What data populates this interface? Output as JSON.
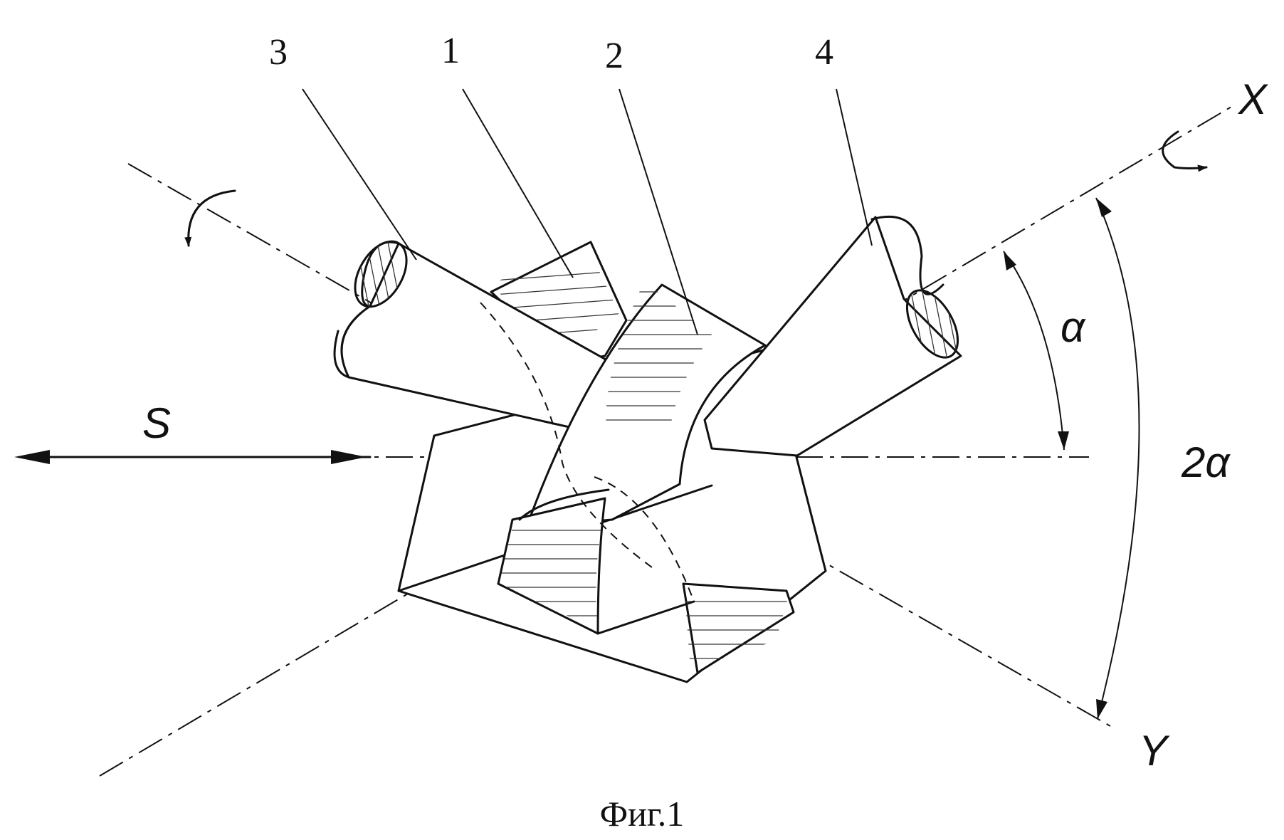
{
  "figure": {
    "caption": "Фиг.1",
    "part_labels": [
      "3",
      "1",
      "2",
      "4"
    ],
    "axis_labels": {
      "x": "X",
      "y": "Y",
      "feed": "S"
    },
    "angle_labels": {
      "alpha": "α",
      "double_alpha": "2α"
    }
  }
}
